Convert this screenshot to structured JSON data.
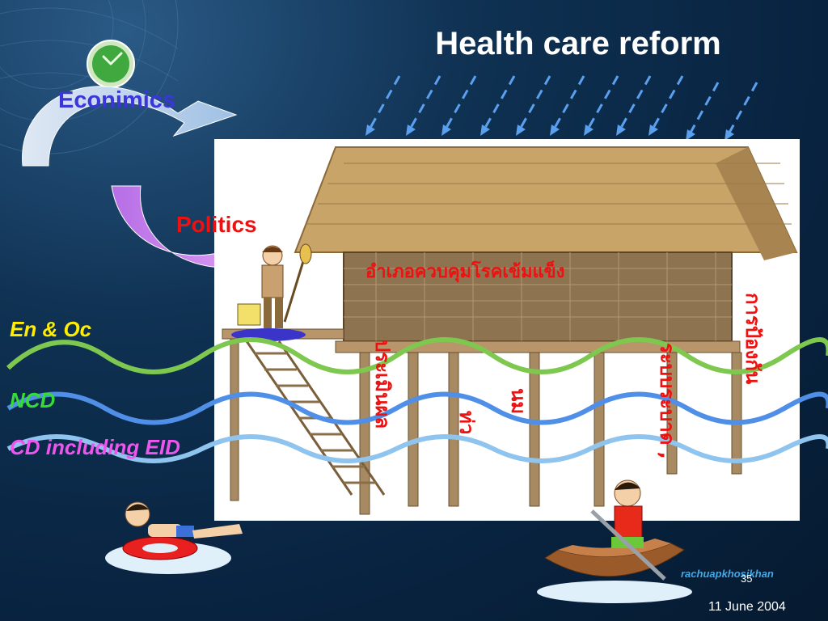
{
  "slide": {
    "title": "Health care reform",
    "economics_label": "Econimics",
    "politics_label": "Politics",
    "wave_labels": {
      "en_oc": "En & Oc",
      "ncd": "NCD",
      "cd": "CD including EID"
    },
    "thai_horizontal": "อำเภอควบคุมโรคเข้มแข็ง",
    "thai_vertical": [
      "ประเมินผล",
      "ท่ว",
      "นม",
      "ระบบระบาด ,",
      "การป้องกัน"
    ],
    "author": "rachuapkhosikhan",
    "page_number": "35",
    "date": "11 June 2004"
  },
  "colors": {
    "title": "#ffffff",
    "economics": "#3a36d8",
    "politics": "#ee1111",
    "en_oc": "#ffee00",
    "ncd": "#33dd33",
    "cd": "#ee55ee",
    "wave_green": "#7ec850",
    "wave_blue": "#4f8fe8",
    "wave_light": "#8fc4ee"
  }
}
